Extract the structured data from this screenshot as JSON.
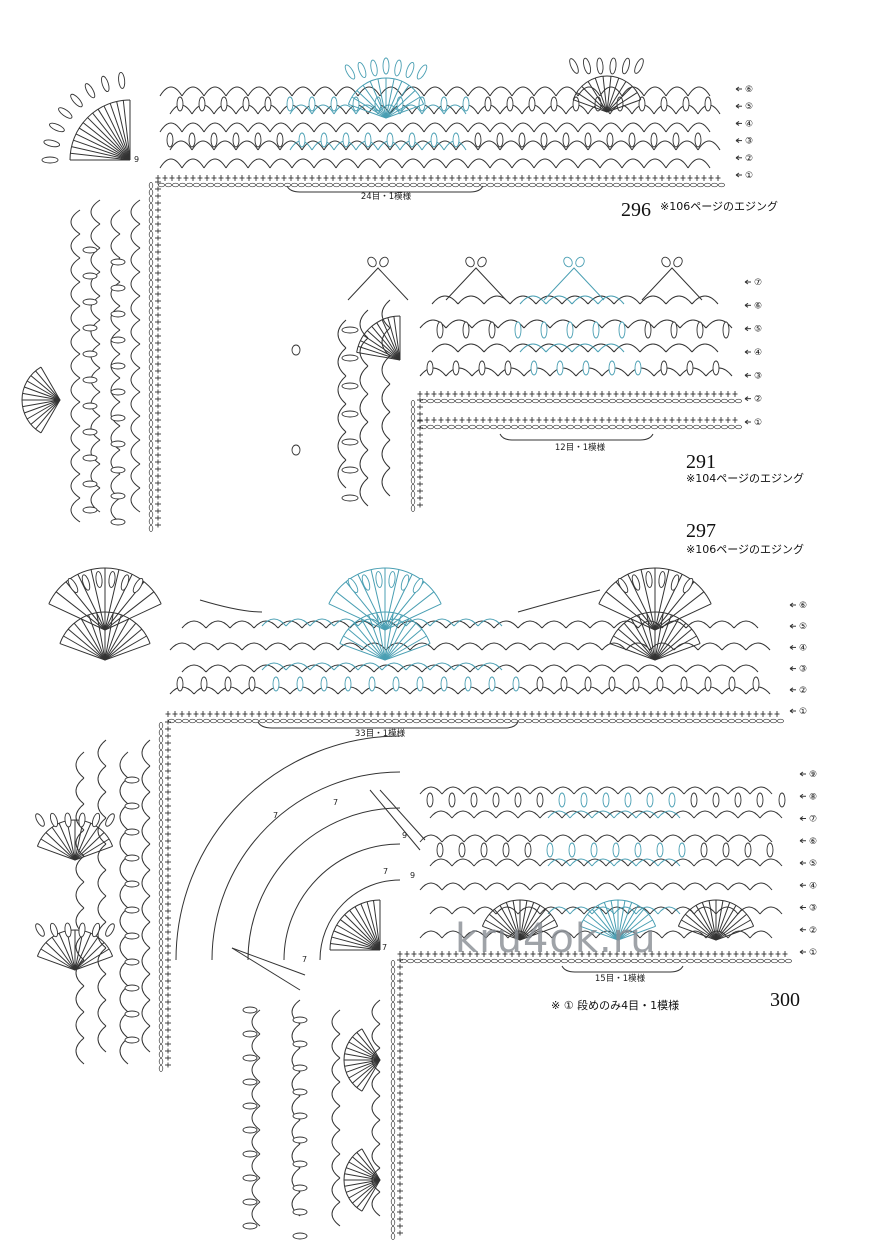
{
  "accent_color": "#4a9fb3",
  "line_color": "#333333",
  "watermark": "kru4ok.ru",
  "patterns": [
    {
      "id": "296",
      "number": "296",
      "note": "※106ページのエジング",
      "repeat_label": "24目・1模様",
      "corner_center": "9",
      "rows": [
        "⑥",
        "⑤",
        "④",
        "③",
        "②",
        "①"
      ]
    },
    {
      "id": "291",
      "number": "291",
      "note": "※104ページのエジング",
      "repeat_label": "12目・1模様",
      "rows": [
        "⑦",
        "⑥",
        "⑤",
        "④",
        "③",
        "②",
        "①"
      ]
    },
    {
      "id": "297",
      "number": "297",
      "note": "※106ページのエジング",
      "repeat_label": "33目・1模様",
      "rows": [
        "⑥",
        "⑤",
        "④",
        "③",
        "②",
        "①"
      ]
    },
    {
      "id": "300",
      "number": "300",
      "note": "※ ① 段めのみ4目・1模様",
      "repeat_label": "15目・1模様",
      "corner_marks": [
        "7",
        "7",
        "9",
        "7",
        "9",
        "7",
        "7"
      ],
      "rows": [
        "⑨",
        "⑧",
        "⑦",
        "⑥",
        "⑤",
        "④",
        "③",
        "②",
        "①"
      ]
    }
  ]
}
